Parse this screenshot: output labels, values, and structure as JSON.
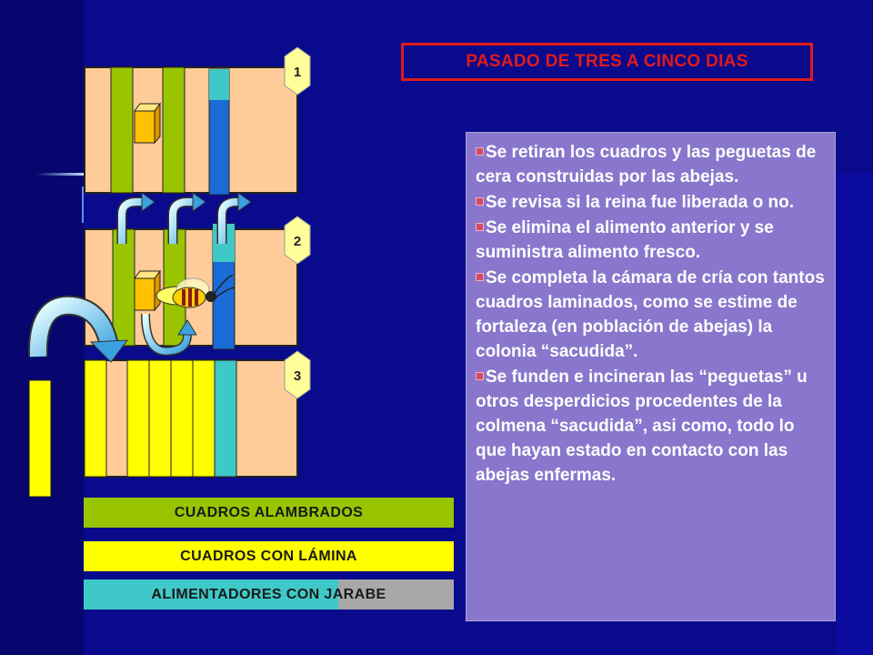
{
  "title": "PASADO DE TRES A CINCO DIAS",
  "bullets": [
    "Se retiran los cuadros y las peguetas de cera construidas por las abejas.",
    "Se revisa si la reina fue liberada o no.",
    "Se elimina el alimento anterior y se suministra alimento fresco.",
    "Se completa la cámara de cría con tantos cuadros laminados, como se estime de fortaleza (en población de abejas)  la  colonia “sacudida”.",
    "Se funden e incineran las “peguetas” u otros desperdicios procedentes de la colmena “sacudida”, asi como, todo lo que hayan  estado  en contacto con las abejas enfermas."
  ],
  "boxes": {
    "one": "1",
    "two": "2",
    "three": "3"
  },
  "legend": {
    "alambrados": "CUADROS  ALAMBRADOS",
    "lamina": "CUADROS  CON  LÁMINA",
    "alimentadores": "ALIMENTADORES  CON  JARABE"
  },
  "colors": {
    "background": "#0a0a8c",
    "hive_body": "#ffcc99",
    "wired_frame": "#99c500",
    "laminated_frame": "#ffff00",
    "feeder": "#3fc8c8",
    "title_border": "#e01b1b",
    "text_panel": "#8877cc"
  }
}
